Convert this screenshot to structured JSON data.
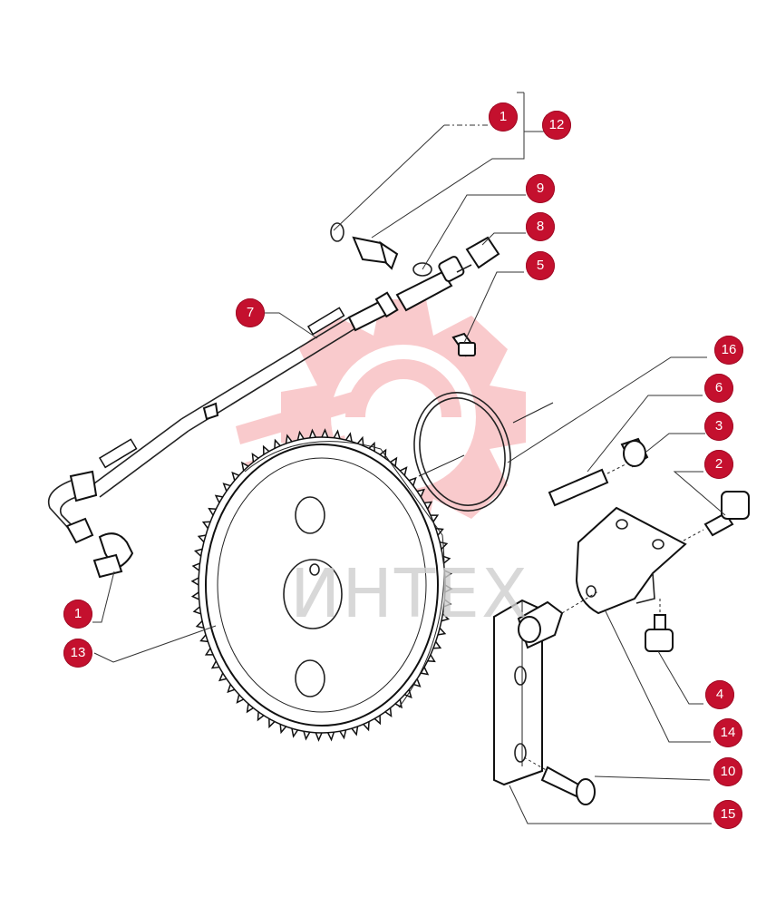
{
  "watermark": {
    "text": "ИНТЕХ",
    "color": "#f07f84"
  },
  "accent_color": "#c4102e",
  "callouts": [
    {
      "id": "c1a",
      "label": "1"
    },
    {
      "id": "c12",
      "label": "12"
    },
    {
      "id": "c9",
      "label": "9"
    },
    {
      "id": "c8",
      "label": "8"
    },
    {
      "id": "c5",
      "label": "5"
    },
    {
      "id": "c7",
      "label": "7"
    },
    {
      "id": "c16",
      "label": "16"
    },
    {
      "id": "c6",
      "label": "6"
    },
    {
      "id": "c3",
      "label": "3"
    },
    {
      "id": "c2",
      "label": "2"
    },
    {
      "id": "c1b",
      "label": "1"
    },
    {
      "id": "c13",
      "label": "13"
    },
    {
      "id": "c4",
      "label": "4"
    },
    {
      "id": "c14",
      "label": "14"
    },
    {
      "id": "c10",
      "label": "10"
    },
    {
      "id": "c15",
      "label": "15"
    }
  ]
}
